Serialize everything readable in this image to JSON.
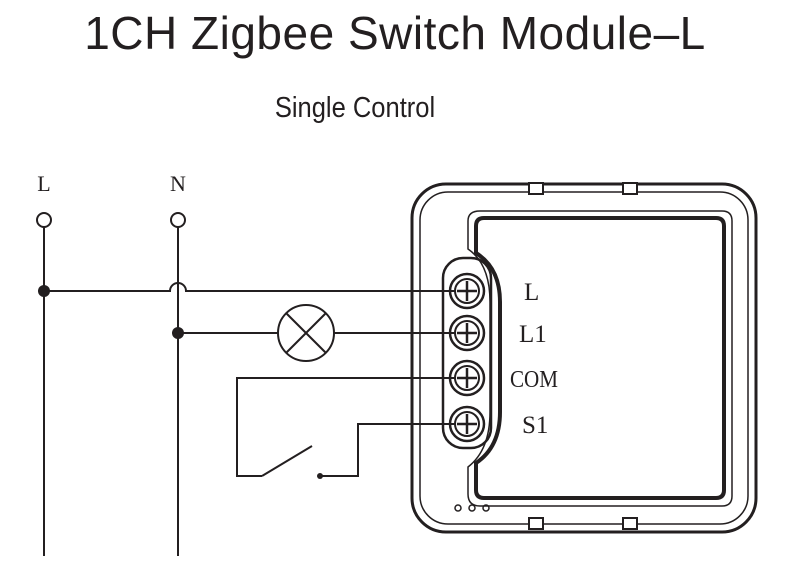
{
  "title": "1CH Zigbee Switch Module–L",
  "subtitle": "Single Control",
  "mains_labels": {
    "live": "L",
    "neutral": "N"
  },
  "terminals": [
    {
      "label": "L"
    },
    {
      "label": "L1"
    },
    {
      "label": "COM"
    },
    {
      "label": "S1"
    }
  ],
  "colors": {
    "line": "#231f20",
    "background": "#ffffff"
  }
}
